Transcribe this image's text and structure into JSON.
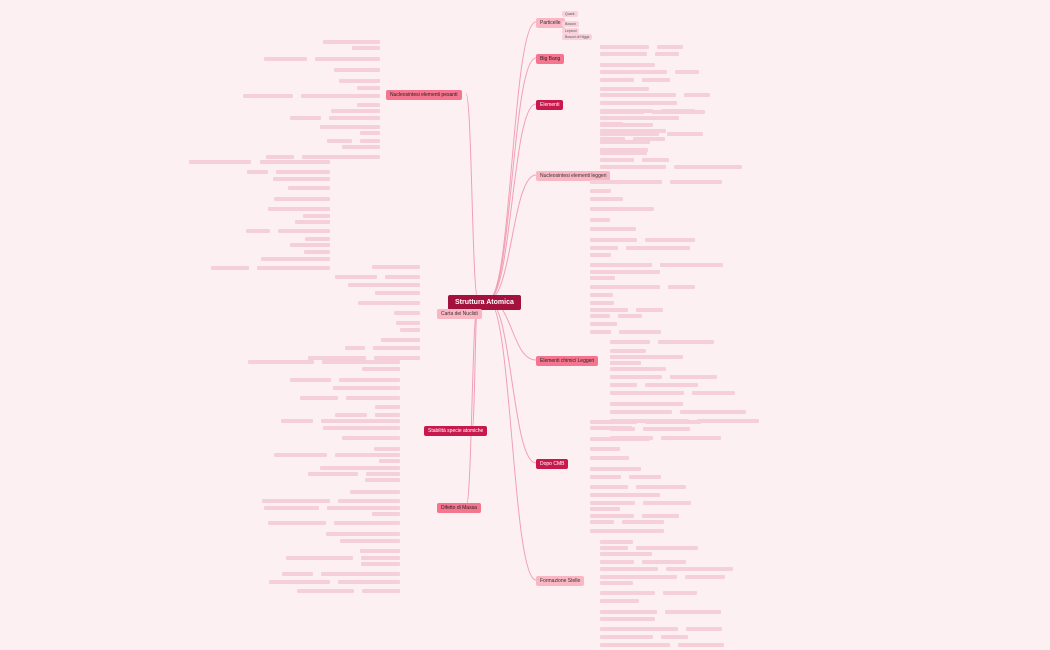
{
  "center": {
    "label": "Struttura Atomica"
  },
  "colors": {
    "center": "#a3123d",
    "dark": "#c8184c",
    "mid": "#f5758f",
    "light": "#fbb6c4",
    "line": "#f0a0b4"
  },
  "left_branches": [
    {
      "label": "Nucleosintesi elementi pesanti",
      "style": "mid"
    },
    {
      "label": "Carta dei Nuclidi",
      "style": "light"
    },
    {
      "label": "Stabilità specie atomiche",
      "style": "dark"
    },
    {
      "label": "Difetto di Massa",
      "style": "mid"
    }
  ],
  "right_branches": [
    {
      "label": "Particelle",
      "style": "light",
      "leaves": [
        "Quark",
        "Bosoni",
        "Leptoni",
        "Bosoni di Higgs"
      ]
    },
    {
      "label": "Big Bang",
      "style": "mid",
      "leaves": []
    },
    {
      "label": "Elementi",
      "style": "dark",
      "leaves": []
    },
    {
      "label": "Nucleosintesi elementi leggeri",
      "style": "light",
      "leaves": []
    },
    {
      "label": "Elementi chimici Leggeri",
      "style": "mid",
      "leaves": []
    },
    {
      "label": "Dopo CMB",
      "style": "dark",
      "leaves": []
    },
    {
      "label": "Formazione Stelle",
      "style": "light",
      "leaves": []
    }
  ]
}
